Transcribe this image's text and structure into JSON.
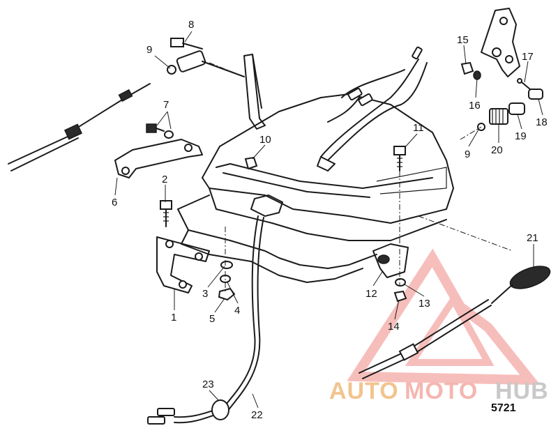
{
  "diagram": {
    "callouts": [
      {
        "id": "c1",
        "text": "1"
      },
      {
        "id": "c2",
        "text": "2"
      },
      {
        "id": "c3",
        "text": "3"
      },
      {
        "id": "c4",
        "text": "4"
      },
      {
        "id": "c5",
        "text": "5"
      },
      {
        "id": "c6",
        "text": "6"
      },
      {
        "id": "c7",
        "text": "7"
      },
      {
        "id": "c8",
        "text": "8"
      },
      {
        "id": "c9a",
        "text": "9"
      },
      {
        "id": "c9b",
        "text": "9"
      },
      {
        "id": "c10",
        "text": "10"
      },
      {
        "id": "c11",
        "text": "11"
      },
      {
        "id": "c12",
        "text": "12"
      },
      {
        "id": "c13",
        "text": "13"
      },
      {
        "id": "c14",
        "text": "14"
      },
      {
        "id": "c15",
        "text": "15"
      },
      {
        "id": "c16",
        "text": "16"
      },
      {
        "id": "c17",
        "text": "17"
      },
      {
        "id": "c18",
        "text": "18"
      },
      {
        "id": "c19",
        "text": "19"
      },
      {
        "id": "c20",
        "text": "20"
      },
      {
        "id": "c21",
        "text": "21"
      },
      {
        "id": "c22",
        "text": "22"
      },
      {
        "id": "c23",
        "text": "23"
      }
    ],
    "reference_number": "5721",
    "watermark": {
      "part1": "AUTO",
      "part2": "MOTO",
      "part3": "HUB",
      "color1": "#f2c48f",
      "color2": "#f5b6b1",
      "color3": "#c9c9c9",
      "triangle_color": "#f08a85"
    }
  }
}
